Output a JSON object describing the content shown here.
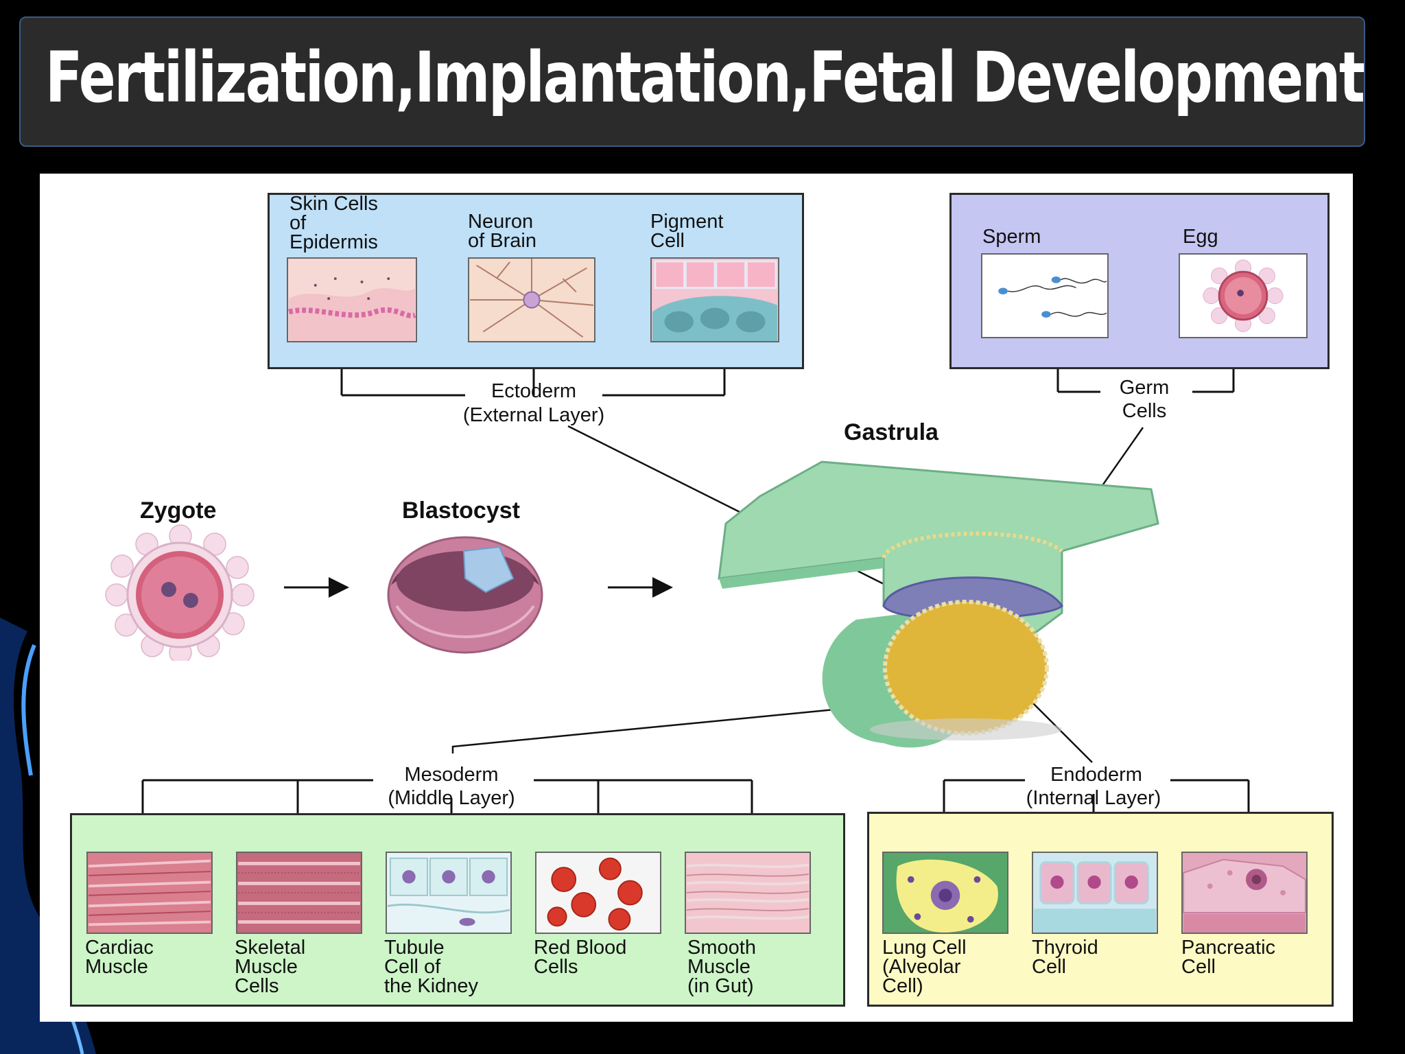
{
  "title": "Fertilization,Implantation,Fetal Development",
  "stages": {
    "zygote": "Zygote",
    "blastocyst": "Blastocyst",
    "gastrula": "Gastrula"
  },
  "ectoderm": {
    "label": "Ectoderm",
    "sublabel": "(External Layer)",
    "cells": [
      {
        "label": "Skin Cells\nof\nEpidermis",
        "icon": "skin-cells-image"
      },
      {
        "label": "Neuron\nof Brain",
        "icon": "neuron-image"
      },
      {
        "label": "Pigment\nCell",
        "icon": "pigment-cell-image"
      }
    ]
  },
  "germ": {
    "label": "Germ",
    "sublabel": "Cells",
    "cells": [
      {
        "label": "Sperm",
        "icon": "sperm-image"
      },
      {
        "label": "Egg",
        "icon": "egg-image"
      }
    ]
  },
  "mesoderm": {
    "label": "Mesoderm",
    "sublabel": "(Middle Layer)",
    "cells": [
      {
        "label": "Cardiac\nMuscle",
        "icon": "cardiac-muscle-image"
      },
      {
        "label": "Skeletal\nMuscle\nCells",
        "icon": "skeletal-muscle-image"
      },
      {
        "label": "Tubule\nCell of\nthe Kidney",
        "icon": "kidney-tubule-image"
      },
      {
        "label": "Red Blood\nCells",
        "icon": "red-blood-cells-image"
      },
      {
        "label": "Smooth\nMuscle\n(in Gut)",
        "icon": "smooth-muscle-image"
      }
    ]
  },
  "endoderm": {
    "label": "Endoderm",
    "sublabel": "(Internal Layer)",
    "cells": [
      {
        "label": "Lung Cell\n(Alveolar\nCell)",
        "icon": "lung-cell-image"
      },
      {
        "label": "Thyroid\nCell",
        "icon": "thyroid-cell-image"
      },
      {
        "label": "Pancreatic\nCell",
        "icon": "pancreatic-cell-image"
      }
    ]
  },
  "colors": {
    "ectoderm_box": "#bfe0f7",
    "germ_box": "#c6c6f2",
    "mesoderm_box": "#cdf5c8",
    "endoderm_box": "#fdfac4",
    "gastrula_green": "#9ed9b0",
    "yolk": "#e0b63a",
    "ectoderm_layer": "#7f7fb8"
  }
}
